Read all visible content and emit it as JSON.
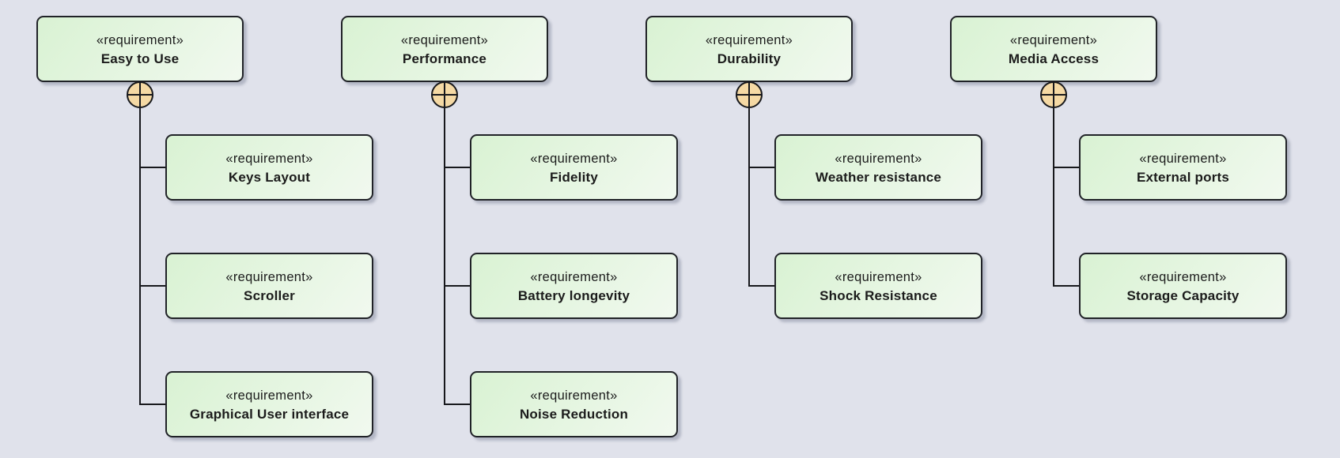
{
  "diagram": {
    "type": "sysml-requirement-diagram",
    "colors": {
      "background": "#e0e2eb",
      "node_fill_start": "#d9f2d3",
      "node_fill_end": "#f1f9ef",
      "node_border": "#202227",
      "node_shadow": "rgba(125,130,150,0.45)",
      "connector_line": "#17181c",
      "containment_circle_fill": "#f5d9a4",
      "text": "#1b1b1b"
    },
    "trees": [
      {
        "parent": {
          "stereotype": "«requirement»",
          "name": "Easy to Use"
        },
        "children": [
          {
            "stereotype": "«requirement»",
            "name": "Keys Layout"
          },
          {
            "stereotype": "«requirement»",
            "name": "Scroller"
          },
          {
            "stereotype": "«requirement»",
            "name": "Graphical User interface"
          }
        ]
      },
      {
        "parent": {
          "stereotype": "«requirement»",
          "name": "Performance"
        },
        "children": [
          {
            "stereotype": "«requirement»",
            "name": "Fidelity"
          },
          {
            "stereotype": "«requirement»",
            "name": "Battery longevity"
          },
          {
            "stereotype": "«requirement»",
            "name": "Noise Reduction"
          }
        ]
      },
      {
        "parent": {
          "stereotype": "«requirement»",
          "name": "Durability"
        },
        "children": [
          {
            "stereotype": "«requirement»",
            "name": "Weather resistance"
          },
          {
            "stereotype": "«requirement»",
            "name": "Shock Resistance"
          }
        ]
      },
      {
        "parent": {
          "stereotype": "«requirement»",
          "name": "Media Access"
        },
        "children": [
          {
            "stereotype": "«requirement»",
            "name": "External ports"
          },
          {
            "stereotype": "«requirement»",
            "name": "Storage Capacity"
          }
        ]
      }
    ]
  }
}
